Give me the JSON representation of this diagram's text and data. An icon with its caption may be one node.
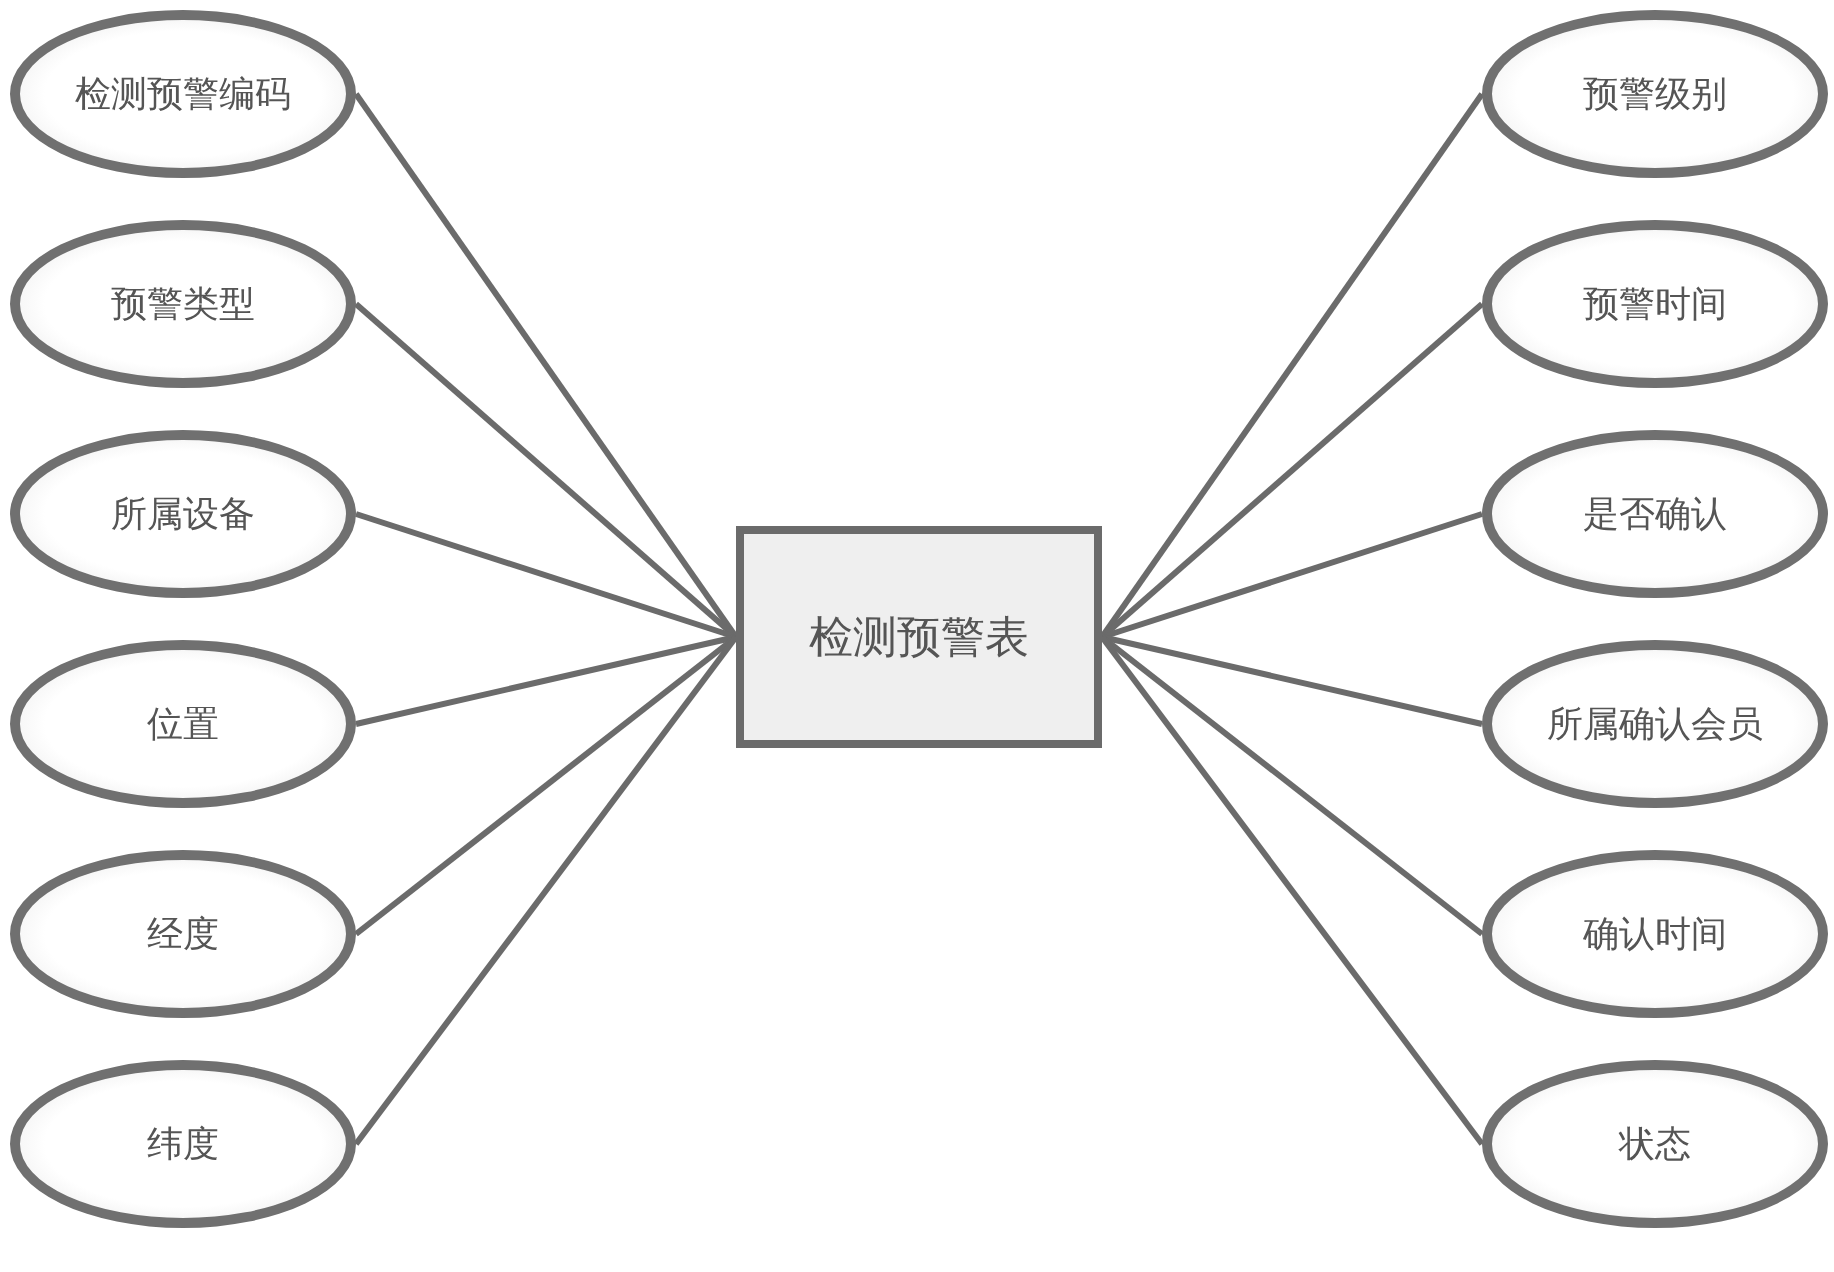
{
  "diagram": {
    "nodes": [
      {
        "text": [
          "检测预警表"
        ]
      },
      {
        "text": [
          "检测预警编码"
        ]
      },
      {
        "text": [
          "预警类型"
        ]
      },
      {
        "text": [
          "所属设备"
        ]
      },
      {
        "text": [
          "位置"
        ]
      },
      {
        "text": [
          "经度"
        ]
      },
      {
        "text": [
          "纬度"
        ]
      },
      {
        "text": [
          "预警级别"
        ]
      },
      {
        "text": [
          "预警时间"
        ]
      },
      {
        "text": [
          "是否确认"
        ]
      },
      {
        "text": [
          "所属确认会员"
        ]
      },
      {
        "text": [
          "确认时间"
        ]
      },
      {
        "text": [
          "状态"
        ]
      }
    ],
    "edges": [
      {
        "from": 0,
        "to": 1,
        "arrow": "none"
      },
      {
        "from": 0,
        "to": 2,
        "arrow": "none"
      },
      {
        "from": 0,
        "to": 3,
        "arrow": "none"
      },
      {
        "from": 0,
        "to": 4,
        "arrow": "none"
      },
      {
        "from": 0,
        "to": 5,
        "arrow": "none"
      },
      {
        "from": 0,
        "to": 6,
        "arrow": "none"
      },
      {
        "from": 0,
        "to": 7,
        "arrow": "none"
      },
      {
        "from": 0,
        "to": 8,
        "arrow": "none"
      },
      {
        "from": 0,
        "to": 9,
        "arrow": "none"
      },
      {
        "from": 0,
        "to": 10,
        "arrow": "none"
      },
      {
        "from": 0,
        "to": 11,
        "arrow": "none"
      },
      {
        "from": 0,
        "to": 12,
        "arrow": "none"
      }
    ]
  }
}
